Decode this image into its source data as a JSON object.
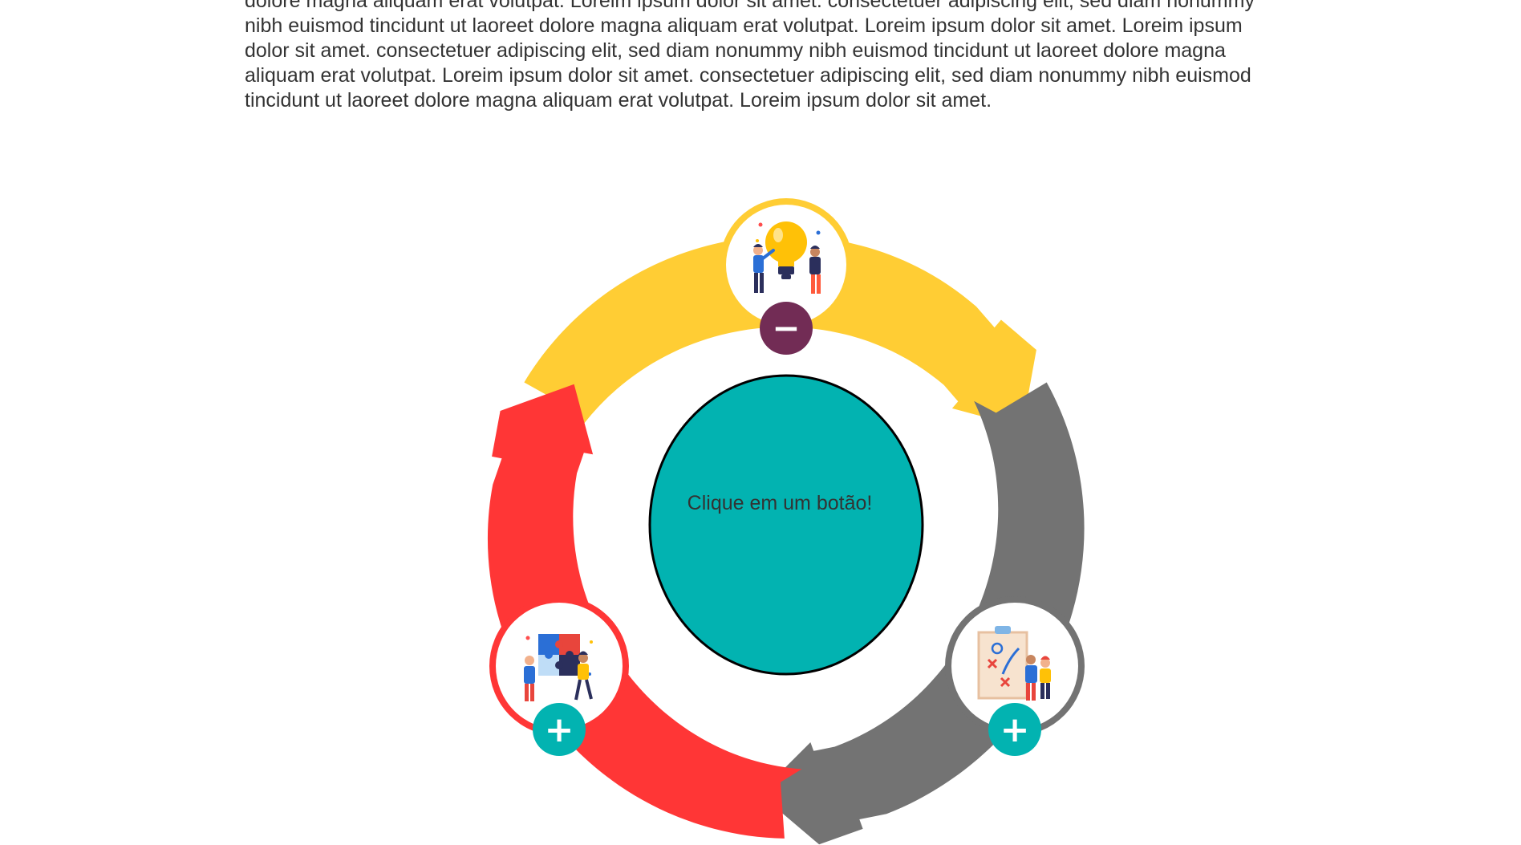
{
  "intro": {
    "lines": [
      "dolore magna aliquam erat volutpat. Loreim ipsum dolor sit amet. consectetuer adipiscing elit, sed diam nonummy",
      "nibh euismod tincidunt ut laoreet dolore magna aliquam erat volutpat. Loreim ipsum dolor sit amet. Loreim ipsum",
      "dolor sit amet. consectetuer adipiscing elit, sed diam nonummy nibh euismod tincidunt ut laoreet dolore magna",
      "aliquam erat volutpat. Loreim ipsum dolor sit amet. consectetuer adipiscing elit, sed diam nonummy nibh euismod",
      "tincidunt ut laoreet dolore magna aliquam erat volutpat. Loreim ipsum dolor sit amet."
    ]
  },
  "center": {
    "text": "Clique em um botão!"
  },
  "steps": [
    {
      "icon": "idea-lightbulb-icon",
      "toggle": "−",
      "state": "expanded",
      "color": "#FFCD34"
    },
    {
      "icon": "strategy-board-icon",
      "toggle": "+",
      "state": "collapsed",
      "color": "#737373"
    },
    {
      "icon": "puzzle-teamwork-icon",
      "toggle": "+",
      "state": "collapsed",
      "color": "#FF3636"
    }
  ],
  "colors": {
    "yellow": "#FFCD34",
    "gray": "#737373",
    "red": "#FF3636",
    "teal": "#02B3B1",
    "plum": "#722C55"
  }
}
